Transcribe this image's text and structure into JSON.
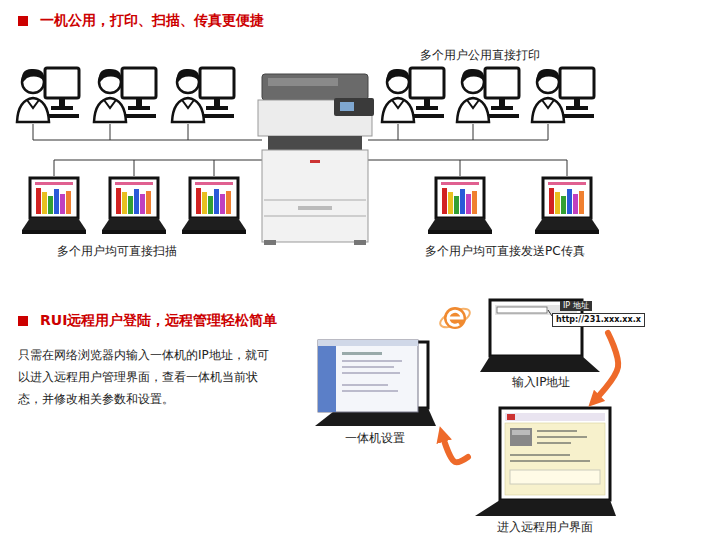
{
  "diagram": {
    "title": "一机公用，打印、扫描、传真更便捷",
    "nodes": [
      {
        "text": [
          "输入IP地址"
        ]
      },
      {
        "text": [
          "一体机设置"
        ]
      },
      {
        "text": [
          "进入远程用户界面"
        ]
      }
    ],
    "edges": [
      {
        "from": 0,
        "to": 2,
        "arrow": "to"
      },
      {
        "from": 2,
        "to": 1,
        "arrow": "to"
      }
    ],
    "labels": [
      "多个用户公用直接打印",
      "多个用户均可直接扫描",
      "多个用户均可直接发送PC传真",
      "RUI远程用户登陆，远程管理轻松简单",
      "只需在网络浏览器内输入一体机的IP地址，就可以进入远程用户管理界面，查看一体机当前状态，并修改相关参数和设置。",
      "IP 地址",
      "http://231.xxx.xx.x"
    ]
  }
}
